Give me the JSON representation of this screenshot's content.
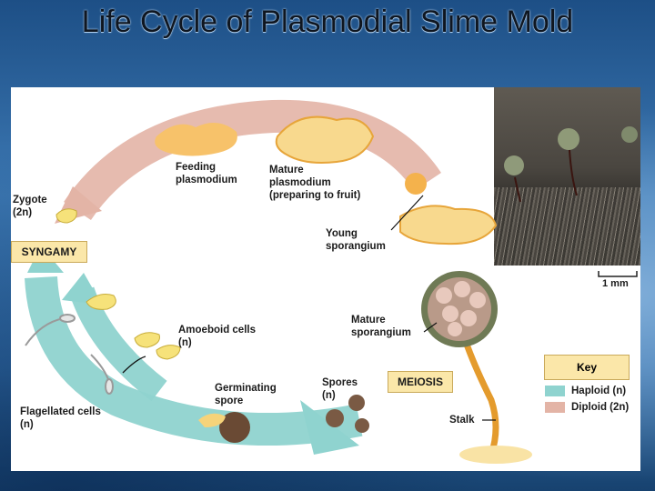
{
  "title": "Life Cycle of Plasmodial Slime Mold",
  "labels": {
    "feeding": "Feeding\nplasmodium",
    "mature_plasmodium": "Mature\nplasmodium\n(preparing to fruit)",
    "young_sporangium": "Young\nsporangium",
    "zygote": "Zygote\n(2n)",
    "amoeboid": "Amoeboid cells\n(n)",
    "mature_sporangium": "Mature\nsporangium",
    "germinating": "Germinating\nspore",
    "spores": "Spores\n(n)",
    "flagellated": "Flagellated cells\n(n)",
    "stalk": "Stalk",
    "syngamy": "SYNGAMY",
    "meiosis": "MEIOSIS",
    "scale": "1 mm"
  },
  "key": {
    "title": "Key",
    "haploid": "Haploid (n)",
    "diploid": "Diploid (2n)",
    "haploid_color": "#8fd3cf",
    "diploid_color": "#e3b4a6"
  }
}
